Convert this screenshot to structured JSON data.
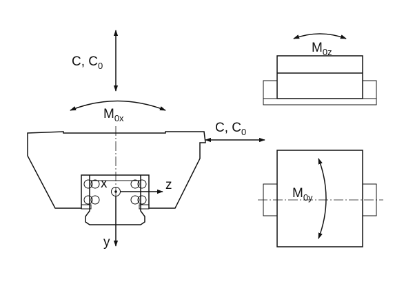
{
  "labels": {
    "load_vertical": {
      "main": "C, C",
      "sub": "0"
    },
    "moment_x": {
      "main": "M",
      "sub": "0x"
    },
    "load_lateral": {
      "main": "C, C",
      "sub": "0"
    },
    "moment_z": {
      "main": "M",
      "sub": "0z"
    },
    "moment_y": {
      "main": "M",
      "sub": "0y"
    },
    "axis_x": "x",
    "axis_y": "y",
    "axis_z": "z"
  },
  "colors": {
    "line": "#111111",
    "background": "#ffffff"
  }
}
